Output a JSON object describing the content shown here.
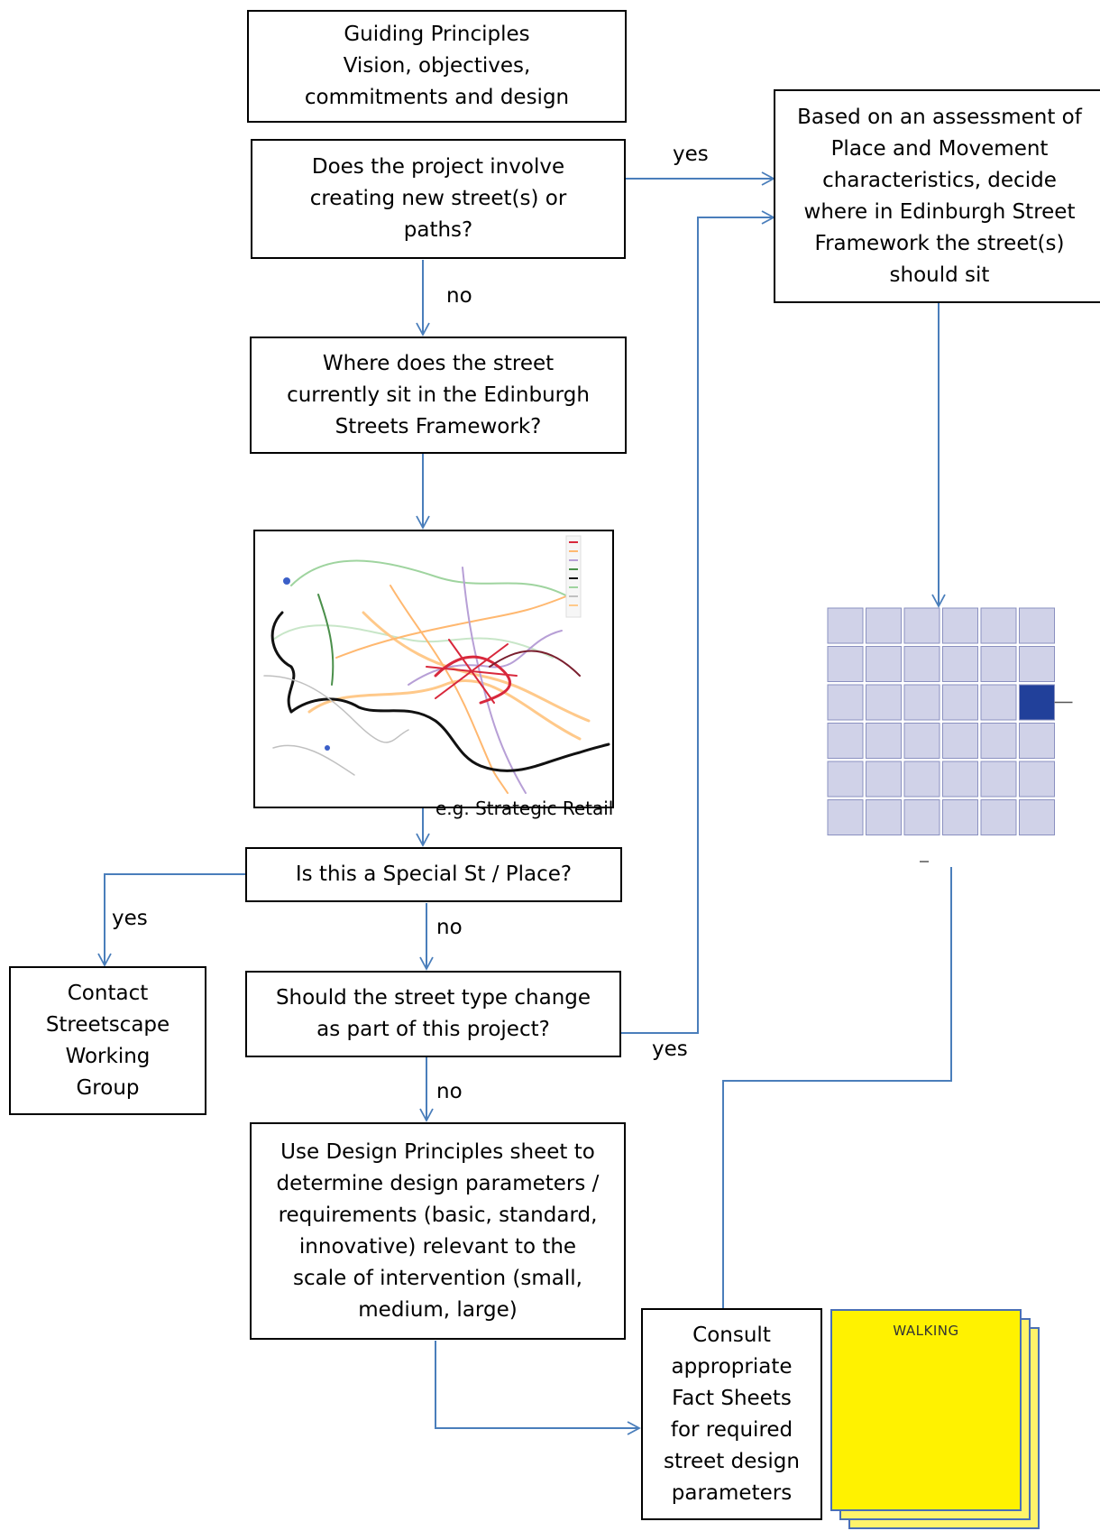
{
  "colors": {
    "connector": "#4a7ebb",
    "box_border": "#000000",
    "grid_cell": "#d0d2e8",
    "grid_cell_border": "#8a90c0",
    "grid_selected": "#21409a",
    "fact_sheet": "#fff200",
    "fact_sheet_border": "#4a6fb5"
  },
  "boxes": {
    "guiding": [
      "Guiding Principles",
      "Vision, objectives,",
      "commitments and design"
    ],
    "new_street": [
      "Does the project involve",
      "creating new street(s) or",
      "paths?"
    ],
    "assessment": [
      "Based on an assessment of",
      "Place and Movement",
      "characteristics, decide",
      "where in Edinburgh Street",
      "Framework the street(s)",
      "should sit"
    ],
    "where_sit": [
      "Where does the street",
      "currently sit in the Edinburgh",
      "Streets Framework?"
    ],
    "special": [
      "Is this a Special St / Place?"
    ],
    "change_type": [
      "Should the street type change",
      "as part of this project?"
    ],
    "contact": [
      "Contact",
      "Streetscape",
      "Working",
      "Group"
    ],
    "design_principles": [
      "Use Design Principles sheet to",
      "determine design parameters /",
      "requirements (basic, standard,",
      "innovative) relevant to the",
      "scale of intervention (small,",
      "medium, large)"
    ],
    "consult": [
      "Consult",
      "appropriate",
      "Fact Sheets",
      "for required",
      "street design",
      "parameters"
    ]
  },
  "labels": {
    "yes_new_street": "yes",
    "no_new_street": "no",
    "example": "e.g.  Strategic Retail",
    "yes_special": "yes",
    "no_special": "no",
    "yes_change": "yes",
    "no_change": "no"
  },
  "framework_grid": {
    "rows": 6,
    "cols": 6,
    "selected_row": 3,
    "selected_col": 6
  },
  "fact_sheet": {
    "title": "WALKING",
    "sheet_count": 3
  }
}
